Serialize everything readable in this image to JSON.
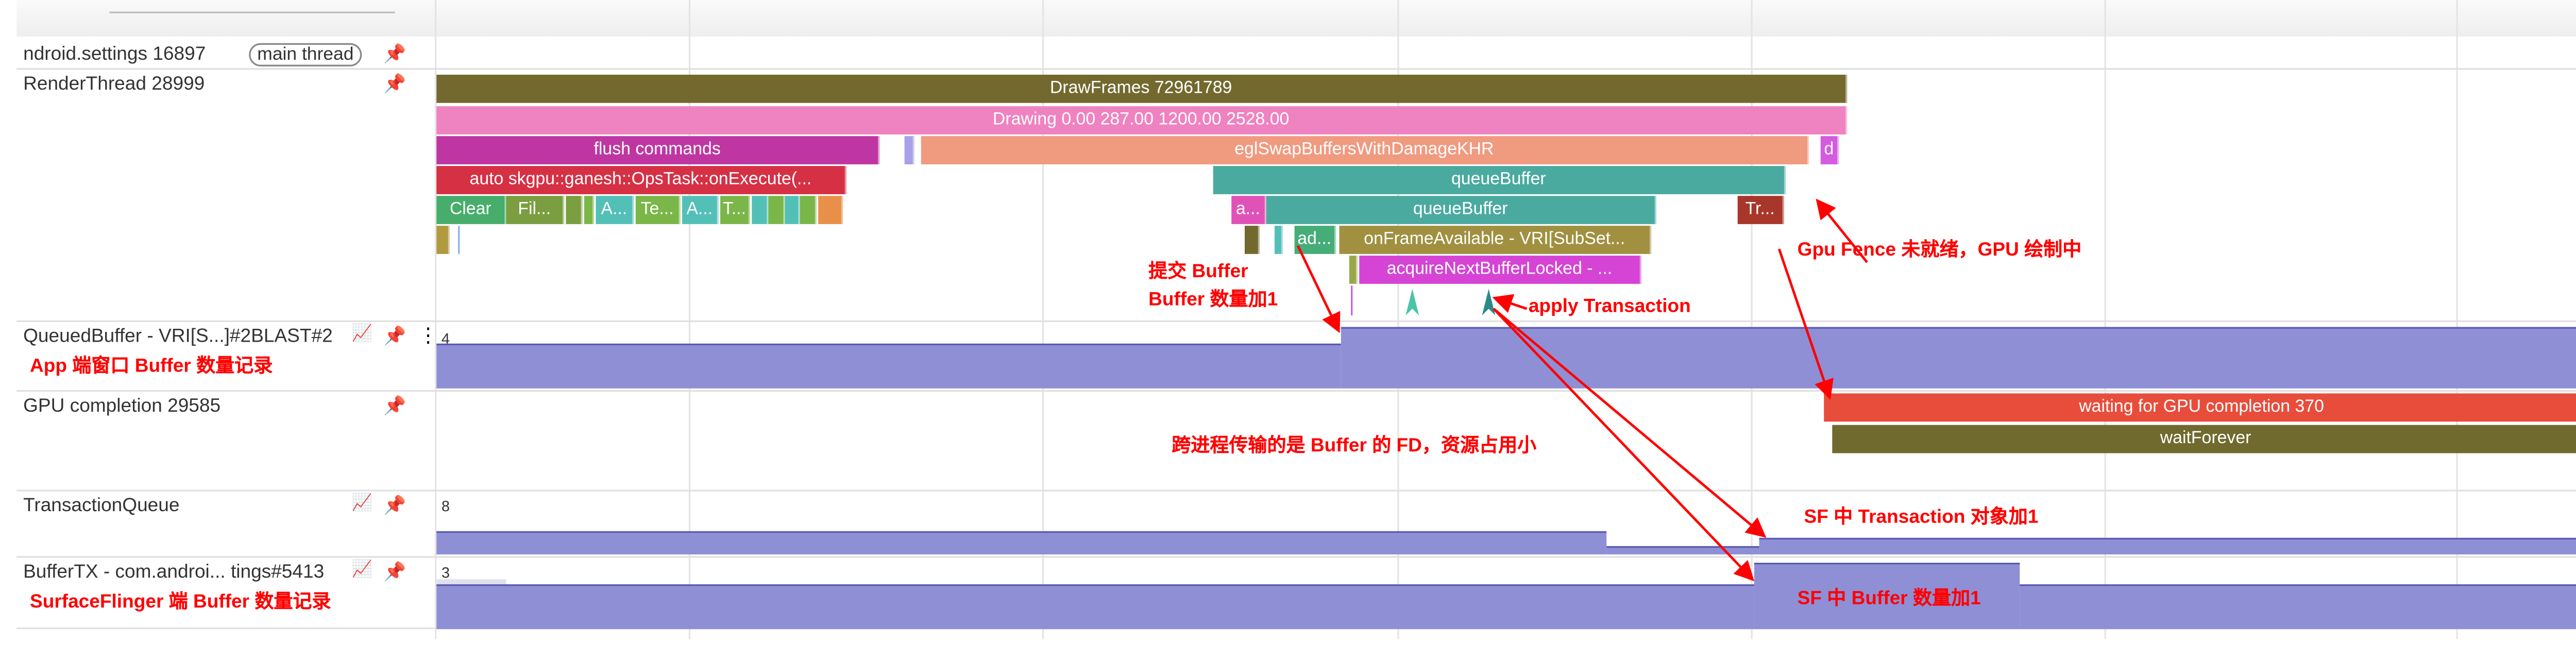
{
  "tracks": {
    "main": {
      "name": "ndroid.settings 16897",
      "badge": "main thread"
    },
    "render": {
      "name": "RenderThread 28999"
    },
    "queued": {
      "name": "QueuedBuffer - VRI[S...]#2BLAST#2",
      "value": "4"
    },
    "gpu": {
      "name": "GPU completion 29585"
    },
    "txq": {
      "name": "TransactionQueue",
      "value": "8"
    },
    "buftx": {
      "name": "BufferTX - com.androi... tings#5413",
      "value": "3"
    }
  },
  "slices": {
    "drawframes": "DrawFrames 72961789",
    "drawing": "Drawing  0.00 287.00 1200.00 2528.00",
    "flush": "flush commands",
    "egl": "eglSwapBuffersWithDamageKHR",
    "d": "d",
    "skgpu": "auto skgpu::ganesh::OpsTask::onExecute(...",
    "queueBuffer1": "queueBuffer",
    "clear": "Clear",
    "fil": "Fil...",
    "a1": "A...",
    "te": "Te...",
    "a2": "A...",
    "t": "T...",
    "a_small": "a...",
    "queueBuffer2": "queueBuffer",
    "tr": "Tr...",
    "ad": "ad...",
    "onframe": "onFrameAvailable - VRI[SubSet...",
    "acquire": "acquireNextBufferLocked - ...",
    "waiting": "waiting for GPU completion 370",
    "waitforever": "waitForever"
  },
  "annotations": {
    "submit1": "提交 Buffer",
    "submit2": "Buffer 数量加1",
    "apply": "apply Transaction",
    "gpufence": "Gpu Fence 未就绪，GPU 绘制中",
    "app": "App 端窗口 Buffer 数量记录",
    "ipc": "跨进程传输的是 Buffer 的 FD，资源占用小",
    "sftx": "SF 中 Transaction 对象加1",
    "sf": "SurfaceFlinger 端 Buffer 数量记录",
    "sfbuf": "SF 中 Buffer 数量加1"
  },
  "icons": {
    "pin": "📌",
    "chart": "📈",
    "more": "⋮"
  }
}
